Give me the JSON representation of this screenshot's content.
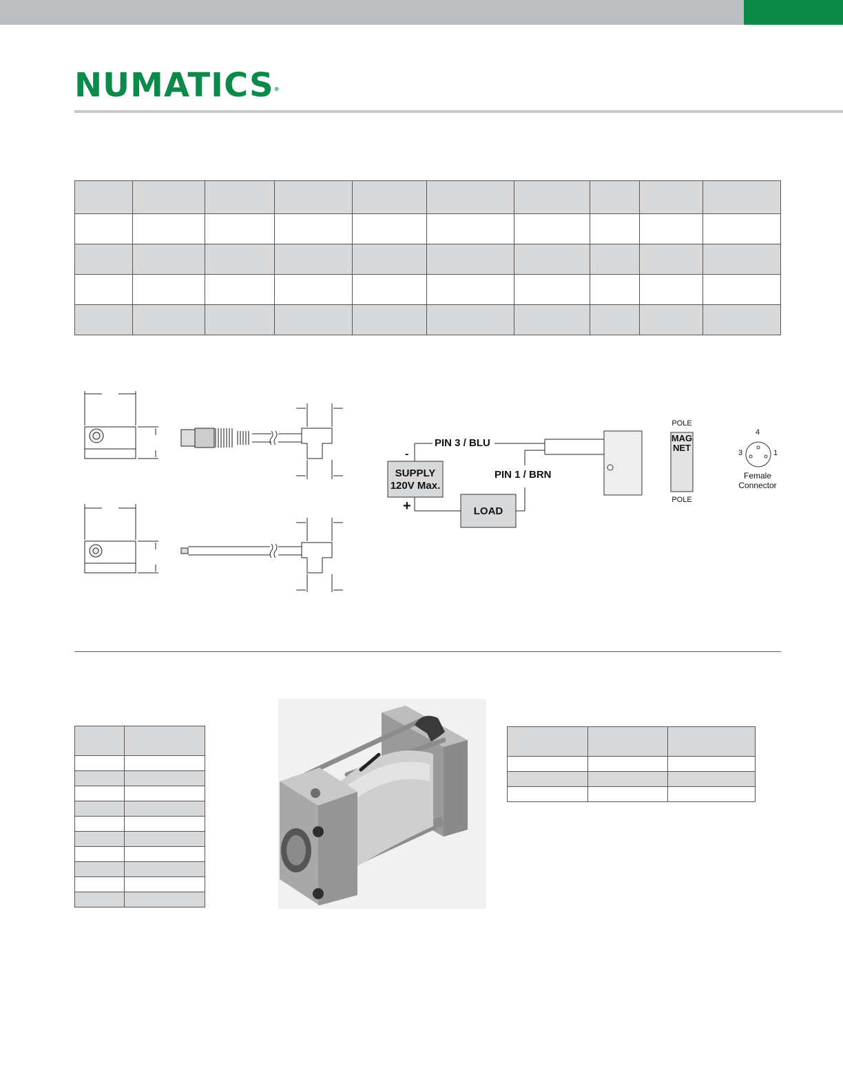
{
  "header": {
    "brand": "NUMATICS",
    "brand_mark": "®",
    "colors": {
      "bar": "#bcbdc0",
      "accent": "#0b8a4a",
      "brand": "#0b8a4a"
    }
  },
  "wiring_diagram": {
    "pin3_label": "PIN 3 / BLU",
    "pin1_label": "PIN 1 / BRN",
    "minus_sign": "-",
    "plus_sign": "+",
    "supply_line1": "SUPPLY",
    "supply_line2": "120V Max.",
    "load_label": "LOAD",
    "pole_top": "POLE",
    "pole_bottom": "POLE",
    "magnet_letters": "MAGNET"
  },
  "connector": {
    "pin_top": "4",
    "pin_left": "3",
    "pin_right": "1",
    "caption_line1": "Female",
    "caption_line2": "Connector"
  },
  "photo": {
    "subject": "pneumatic cylinder with switch"
  }
}
